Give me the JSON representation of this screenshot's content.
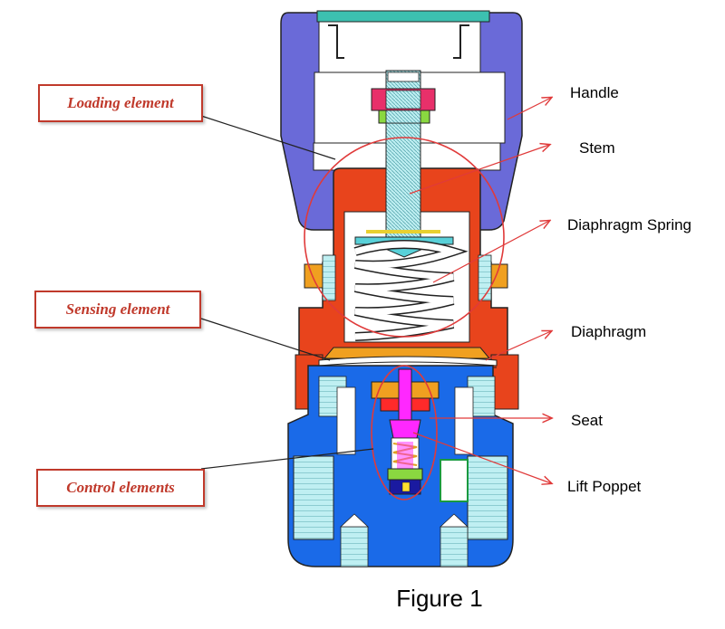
{
  "element_labels": {
    "loading": "Loading element",
    "sensing": "Sensing element",
    "control": "Control elements"
  },
  "part_labels": {
    "handle": "Handle",
    "stem": "Stem",
    "diaphragm_spring": "Diaphragm Spring",
    "diaphragm": "Diaphragm",
    "seat": "Seat",
    "lift_poppet": "Lift Poppet"
  },
  "caption": "Figure 1",
  "colors": {
    "handle": "#6a6ad8",
    "bonnet": "#e8441c",
    "body": "#1a6ae8",
    "stem": "#9fe3ea",
    "spring": "#ffffff",
    "nut": "#f0a020",
    "seat": "#ff2a2a",
    "poppet": "#ff28ff",
    "accent_red": "#c0392b",
    "circle_red": "#e03a3a"
  }
}
